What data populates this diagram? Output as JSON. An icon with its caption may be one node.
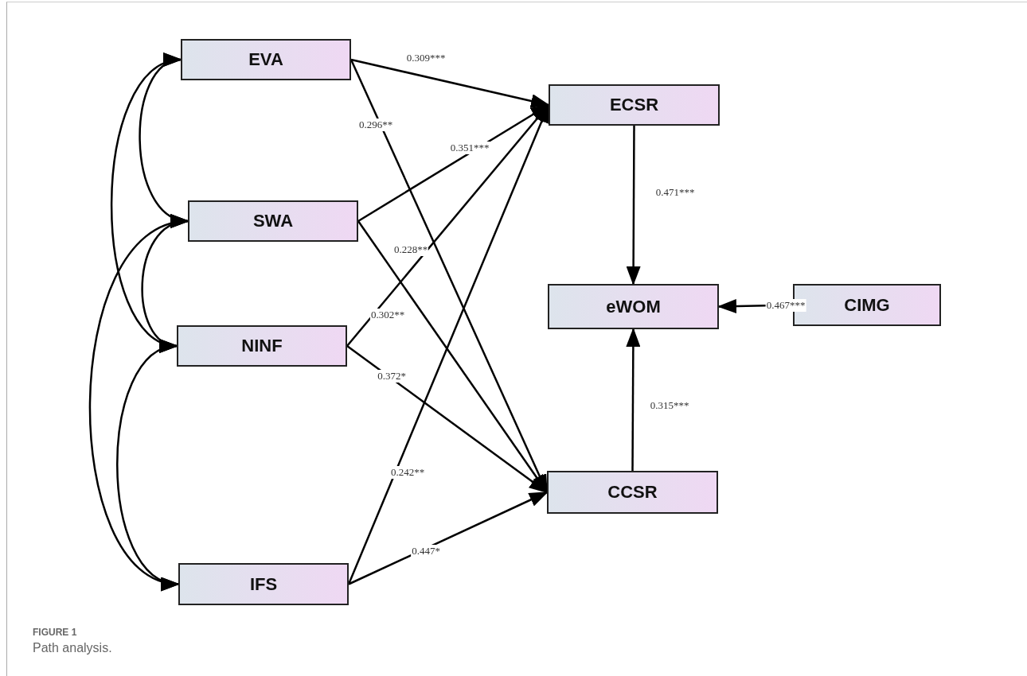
{
  "diagram": {
    "caption": "Path analysis.",
    "nodes": [
      {
        "text": [
          "EVA"
        ]
      },
      {
        "text": [
          "SWA"
        ]
      },
      {
        "text": [
          "NINF"
        ]
      },
      {
        "text": [
          "IFS"
        ]
      },
      {
        "text": [
          "ECSR"
        ]
      },
      {
        "text": [
          "eWOM"
        ]
      },
      {
        "text": [
          "CCSR"
        ]
      },
      {
        "text": [
          "CIMG"
        ]
      }
    ],
    "edges": [
      {
        "from": 0,
        "to": 4,
        "arrow": "to",
        "label": "0.309***"
      },
      {
        "from": 0,
        "to": 6,
        "arrow": "to",
        "label": "0.296**"
      },
      {
        "from": 1,
        "to": 4,
        "arrow": "to",
        "label": "0.351***"
      },
      {
        "from": 1,
        "to": 6,
        "arrow": "to",
        "label": "0.228**"
      },
      {
        "from": 2,
        "to": 4,
        "arrow": "to",
        "label": "0.302**"
      },
      {
        "from": 2,
        "to": 6,
        "arrow": "to",
        "label": "0.372*"
      },
      {
        "from": 3,
        "to": 4,
        "arrow": "to",
        "label": "0.242**"
      },
      {
        "from": 3,
        "to": 6,
        "arrow": "to",
        "label": "0.447*"
      },
      {
        "from": 4,
        "to": 5,
        "arrow": "to",
        "label": "0.471***"
      },
      {
        "from": 7,
        "to": 5,
        "arrow": "to",
        "label": "0.467***"
      },
      {
        "from": 6,
        "to": 5,
        "arrow": "to",
        "label": "0.315***"
      },
      {
        "from": 0,
        "to": 1,
        "arrow": "both"
      },
      {
        "from": 0,
        "to": 2,
        "arrow": "both"
      },
      {
        "from": 1,
        "to": 2,
        "arrow": "both"
      },
      {
        "from": 1,
        "to": 3,
        "arrow": "both"
      },
      {
        "from": 2,
        "to": 3,
        "arrow": "both"
      }
    ],
    "labels": [
      "FIGURE 1"
    ]
  }
}
